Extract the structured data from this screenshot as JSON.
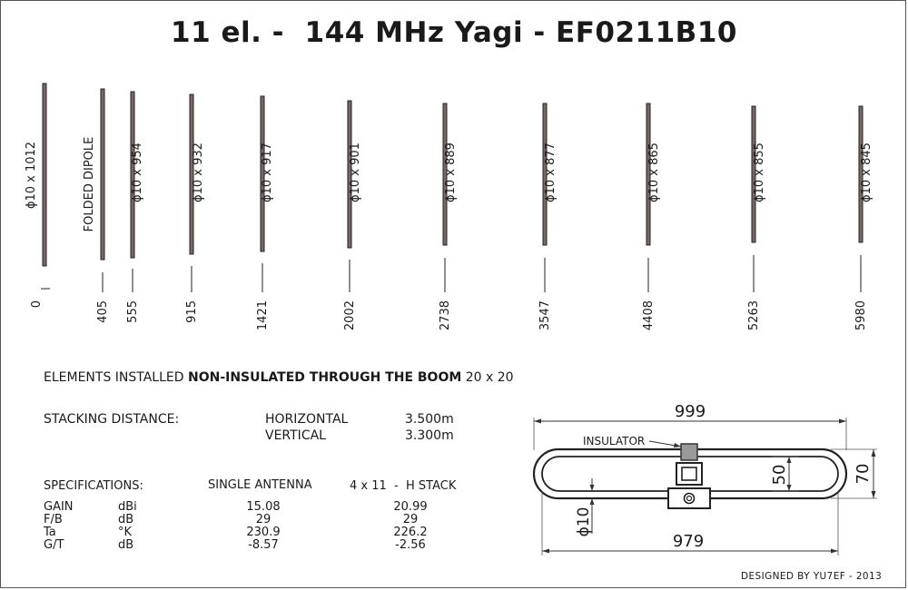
{
  "title": "11 el. -  144 MHz Yagi - EF0211B10",
  "elements": [
    {
      "size_label": "ϕ10 x 1012",
      "position": "0"
    },
    {
      "size_label": "FOLDED DIPOLE",
      "position": "405"
    },
    {
      "size_label": "ϕ10 x 954",
      "position": "555"
    },
    {
      "size_label": "ϕ10 x 932",
      "position": "915"
    },
    {
      "size_label": "ϕ10 x 917",
      "position": "1421"
    },
    {
      "size_label": "ϕ10 x 901",
      "position": "2002"
    },
    {
      "size_label": "ϕ10 x 889",
      "position": "2738"
    },
    {
      "size_label": "ϕ10 x 877",
      "position": "3547"
    },
    {
      "size_label": "ϕ10 x 865",
      "position": "4408"
    },
    {
      "size_label": "ϕ10 x 855",
      "position": "5263"
    },
    {
      "size_label": "ϕ10 x 845",
      "position": "5980"
    }
  ],
  "install_note": {
    "prefix": "ELEMENTS INSTALLED ",
    "bold": "NON-INSULATED THROUGH THE BOOM",
    "suffix": " 20 x 20"
  },
  "stacking": {
    "label": "STACKING DISTANCE:",
    "horizontal_label": "HORIZONTAL",
    "horizontal_value": "3.500m",
    "vertical_label": "VERTICAL",
    "vertical_value": "3.300m"
  },
  "specs": {
    "label": "SPECIFICATIONS:",
    "col_single": "SINGLE ANTENNA",
    "col_stack": "4 x 11  -  H STACK",
    "rows": [
      {
        "param": "GAIN",
        "unit": "dBi",
        "single": "15.08",
        "stack": "20.99"
      },
      {
        "param": "F/B",
        "unit": "dB",
        "single": "29",
        "stack": "29"
      },
      {
        "param": "Ta",
        "unit": "°K",
        "single": "230.9",
        "stack": "226.2"
      },
      {
        "param": "G/T",
        "unit": "dB",
        "single": "-8.57",
        "stack": "-2.56"
      }
    ]
  },
  "dipole_drawing": {
    "width_outer": "999",
    "width_inner": "979",
    "height_outer": "70",
    "height_inner": "50",
    "rod": "ϕ10",
    "insulator_label": "INSULATOR"
  },
  "credit": "DESIGNED BY YU7EF - 2013"
}
